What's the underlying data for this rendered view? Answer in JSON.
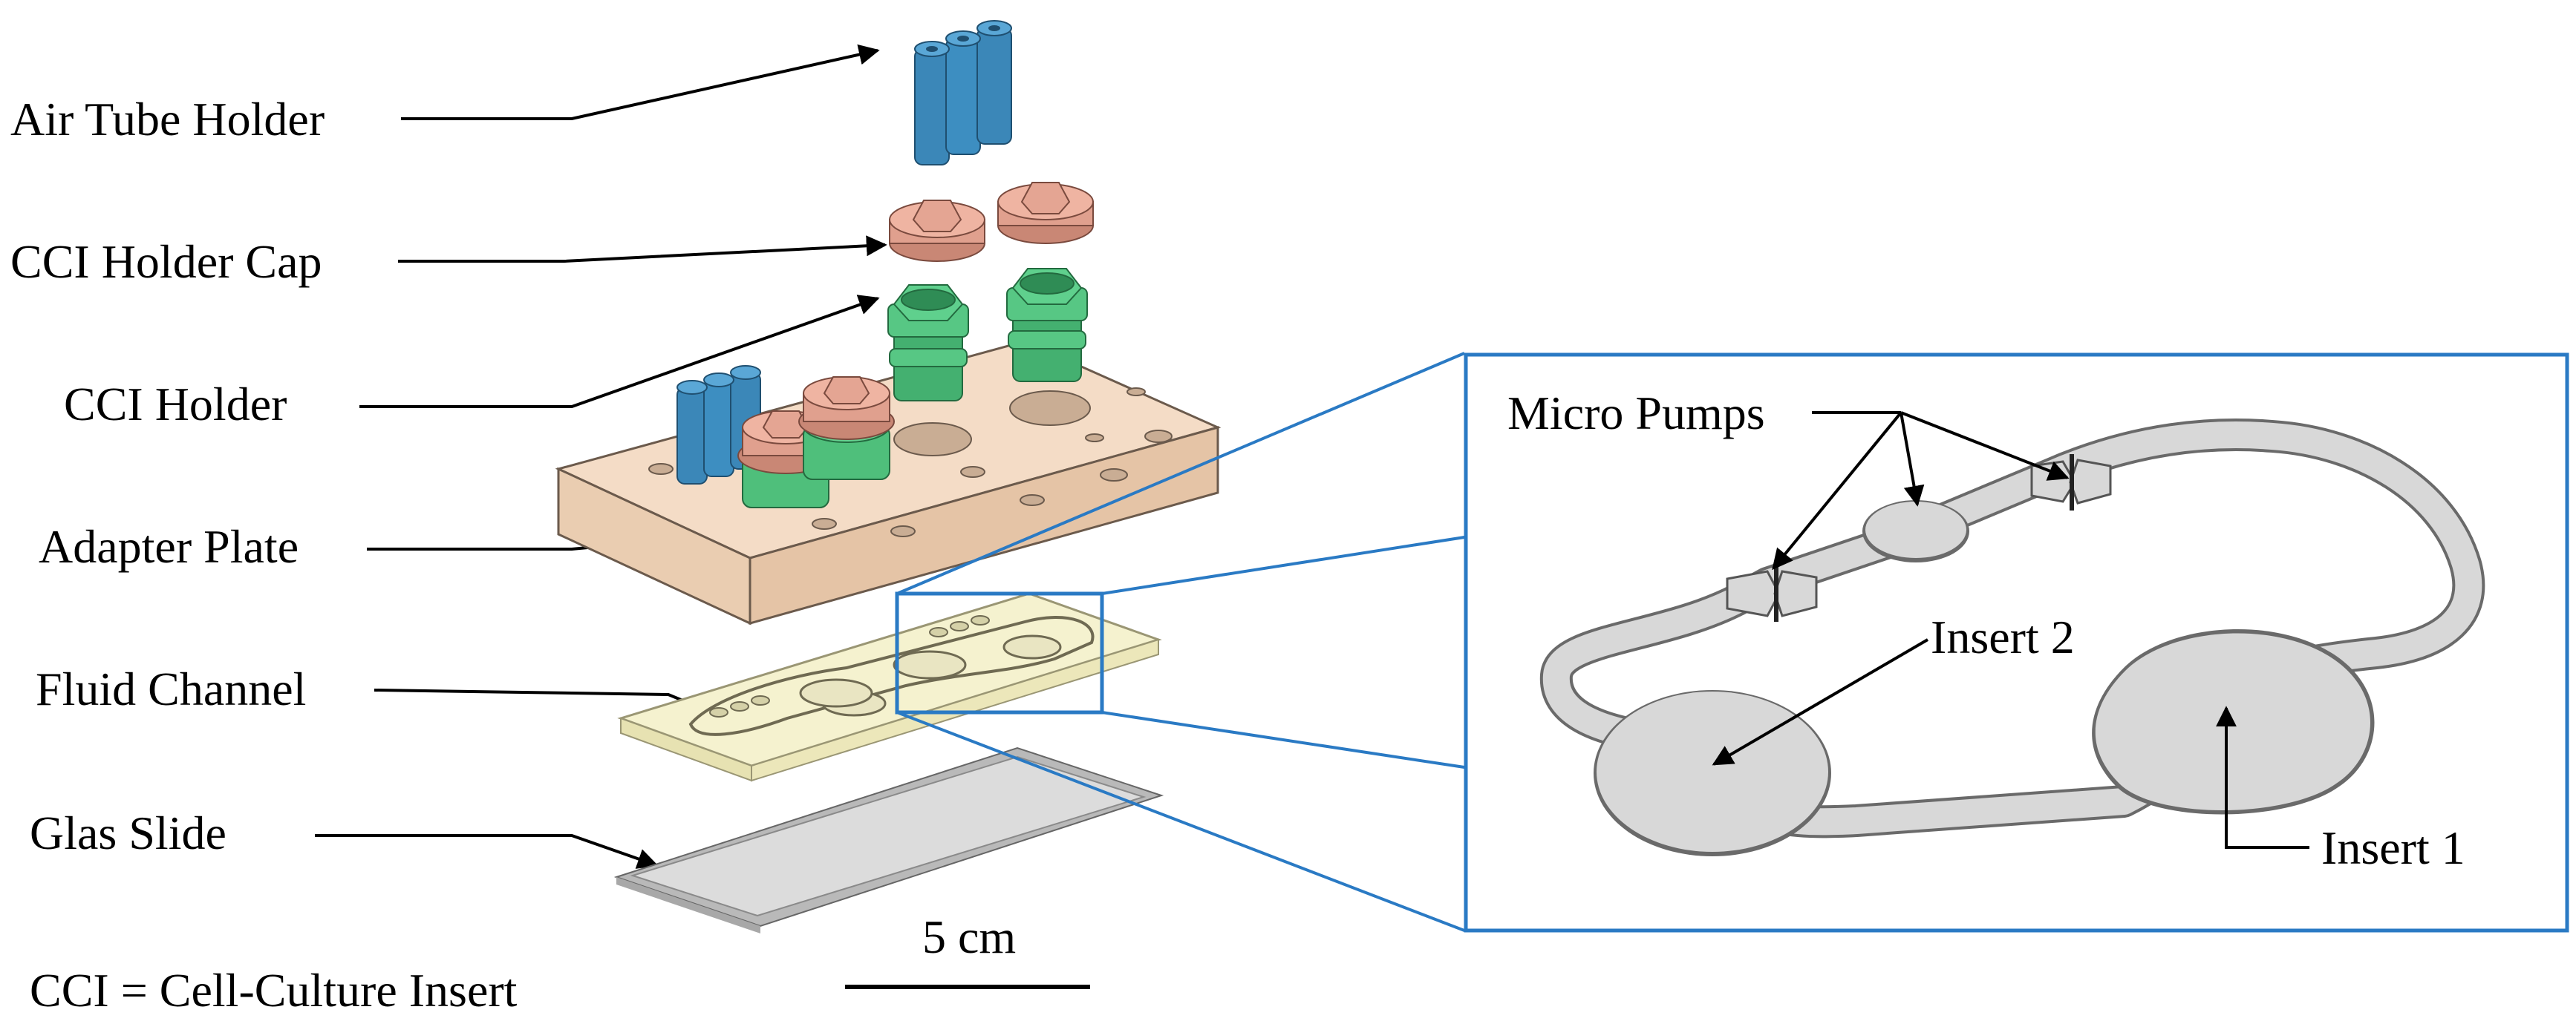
{
  "labels": {
    "air_tube_holder": "Air Tube Holder",
    "cci_holder_cap": "CCI Holder Cap",
    "cci_holder": "CCI Holder",
    "adapter_plate": "Adapter Plate",
    "fluid_channel": "Fluid Channel",
    "glas_slide": "Glas Slide",
    "abbreviation": "CCI = Cell-Culture Insert",
    "scale_bar": "5 cm",
    "micro_pumps": "Micro Pumps",
    "insert_2": "Insert 2",
    "insert_1": "Insert 1"
  },
  "colors": {
    "air_tube_holder": "#3b87b8",
    "cci_holder_cap": "#e0a08e",
    "cci_holder": "#4fbf7b",
    "adapter_plate": "#f1d8c0",
    "fluid_channel": "#f3f0c8",
    "glas_slide": "#dcdcdc",
    "zoom_frame": "#2a7ac4",
    "channel_fill": "#d8d8d8"
  }
}
